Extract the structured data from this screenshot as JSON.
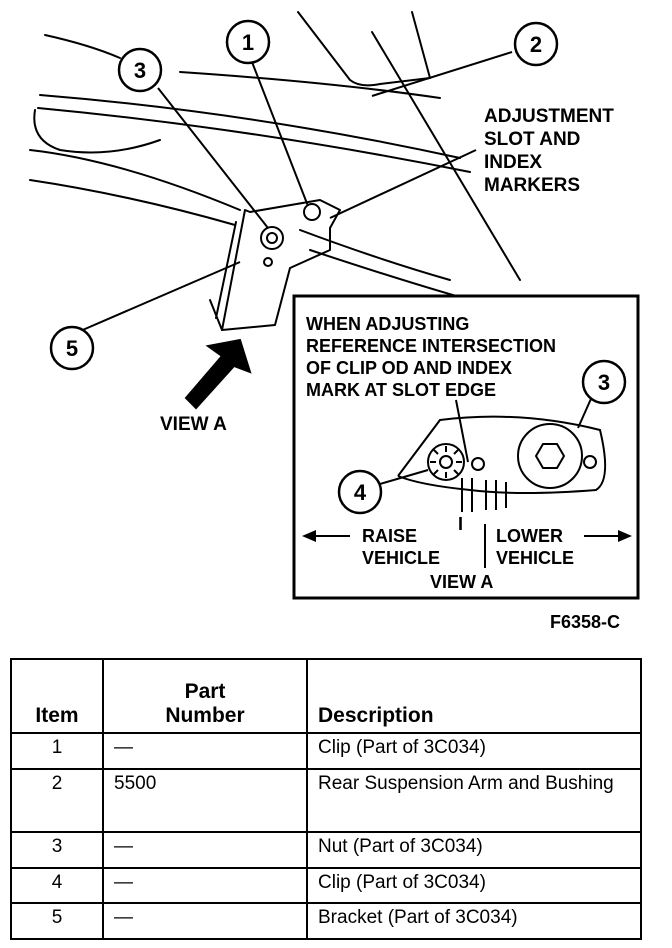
{
  "figure_id": "F6358-C",
  "callouts": [
    "1",
    "2",
    "3",
    "5",
    "3",
    "4"
  ],
  "annotations": {
    "adjustment": [
      "ADJUSTMENT",
      "SLOT AND",
      "INDEX",
      "MARKERS"
    ],
    "view_a_label": "VIEW A",
    "inset_note": [
      "WHEN ADJUSTING",
      "REFERENCE INTERSECTION",
      "OF CLIP OD AND INDEX",
      "MARK AT SLOT EDGE"
    ],
    "raise": [
      "RAISE",
      "VEHICLE"
    ],
    "lower": [
      "LOWER",
      "VEHICLE"
    ],
    "inset_view_label": "VIEW A",
    "inset_tick": "I"
  },
  "table": {
    "headers": {
      "item": "Item",
      "part_line1": "Part",
      "part_line2": "Number",
      "description": "Description"
    },
    "rows": [
      {
        "item": "1",
        "part": "—",
        "desc": "Clip (Part of 3C034)"
      },
      {
        "item": "2",
        "part": "5500",
        "desc": "Rear Suspension Arm and Bushing"
      },
      {
        "item": "3",
        "part": "—",
        "desc": "Nut (Part of 3C034)"
      },
      {
        "item": "4",
        "part": "—",
        "desc": "Clip (Part of 3C034)"
      },
      {
        "item": "5",
        "part": "—",
        "desc": "Bracket (Part of 3C034)"
      }
    ]
  }
}
